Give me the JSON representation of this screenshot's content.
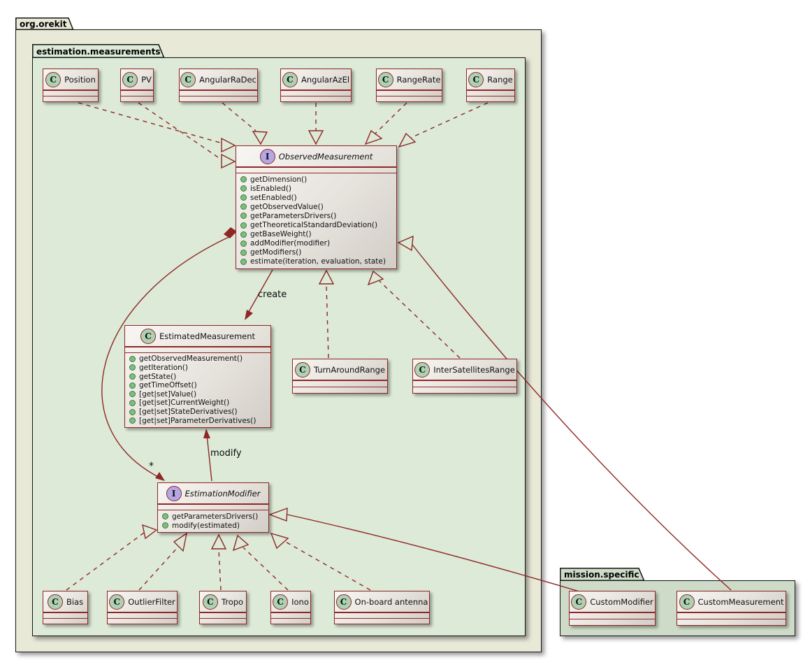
{
  "diagram_type": "UML class diagram",
  "packages": {
    "org_orekit": {
      "label": "org.orekit"
    },
    "estimation_measurements": {
      "label": "estimation.measurements"
    },
    "mission_specific": {
      "label": "mission.specific"
    }
  },
  "classes": {
    "position": {
      "stereotype": "C",
      "name": "Position"
    },
    "pv": {
      "stereotype": "C",
      "name": "PV"
    },
    "angular_ra_dec": {
      "stereotype": "C",
      "name": "AngularRaDec"
    },
    "angular_az_el": {
      "stereotype": "C",
      "name": "AngularAzEl"
    },
    "range_rate": {
      "stereotype": "C",
      "name": "RangeRate"
    },
    "range": {
      "stereotype": "C",
      "name": "Range"
    },
    "observed_measurement": {
      "stereotype": "I",
      "name": "ObservedMeasurement",
      "methods": [
        "getDimension()",
        "isEnabled()",
        "setEnabled()",
        "getObservedValue()",
        "getParametersDrivers()",
        "getTheoreticalStandardDeviation()",
        "getBaseWeight()",
        "addModifier(modifier)",
        "getModifiers()",
        "estimate(iteration, evaluation, state)"
      ]
    },
    "estimated_measurement": {
      "stereotype": "C",
      "name": "EstimatedMeasurement",
      "methods": [
        "getObservedMeasurement()",
        "getIteration()",
        "getState()",
        "getTimeOffset()",
        "[get|set]Value()",
        "[get|set]CurrentWeight()",
        "[get|set]StateDerivatives()",
        "[get|set]ParameterDerivatives()"
      ]
    },
    "turn_around_range": {
      "stereotype": "C",
      "name": "TurnAroundRange"
    },
    "inter_satellites_range": {
      "stereotype": "C",
      "name": "InterSatellitesRange"
    },
    "estimation_modifier": {
      "stereotype": "I",
      "name": "EstimationModifier",
      "methods": [
        "getParametersDrivers()",
        "modify(estimated)"
      ]
    },
    "bias": {
      "stereotype": "C",
      "name": "Bias"
    },
    "outlier_filter": {
      "stereotype": "C",
      "name": "OutlierFilter"
    },
    "tropo": {
      "stereotype": "C",
      "name": "Tropo"
    },
    "iono": {
      "stereotype": "C",
      "name": "Iono"
    },
    "onboard_antenna": {
      "stereotype": "C",
      "name": "On-board antenna"
    },
    "custom_modifier": {
      "stereotype": "C",
      "name": "CustomModifier"
    },
    "custom_measurement": {
      "stereotype": "C",
      "name": "CustomMeasurement"
    }
  },
  "relations": {
    "labels": {
      "create": "create",
      "modify": "modify",
      "multiplicity_star": "*"
    },
    "list": [
      {
        "from": "Position",
        "to": "ObservedMeasurement",
        "type": "realization-dashed"
      },
      {
        "from": "PV",
        "to": "ObservedMeasurement",
        "type": "realization-dashed"
      },
      {
        "from": "AngularRaDec",
        "to": "ObservedMeasurement",
        "type": "realization-dashed"
      },
      {
        "from": "AngularAzEl",
        "to": "ObservedMeasurement",
        "type": "realization-dashed"
      },
      {
        "from": "RangeRate",
        "to": "ObservedMeasurement",
        "type": "realization-dashed"
      },
      {
        "from": "Range",
        "to": "ObservedMeasurement",
        "type": "realization-dashed"
      },
      {
        "from": "TurnAroundRange",
        "to": "ObservedMeasurement",
        "type": "realization-dashed"
      },
      {
        "from": "InterSatellitesRange",
        "to": "ObservedMeasurement",
        "type": "realization-dashed"
      },
      {
        "from": "CustomMeasurement",
        "to": "ObservedMeasurement",
        "type": "generalization-solid"
      },
      {
        "from": "ObservedMeasurement",
        "to": "EstimatedMeasurement",
        "type": "arrow",
        "label": "create"
      },
      {
        "from": "EstimationModifier",
        "to": "EstimatedMeasurement",
        "type": "arrow",
        "label": "modify"
      },
      {
        "from": "ObservedMeasurement",
        "to": "EstimationModifier",
        "type": "composition-arrow",
        "multiplicity": "*"
      },
      {
        "from": "Bias",
        "to": "EstimationModifier",
        "type": "realization-dashed"
      },
      {
        "from": "OutlierFilter",
        "to": "EstimationModifier",
        "type": "realization-dashed"
      },
      {
        "from": "Tropo",
        "to": "EstimationModifier",
        "type": "realization-dashed"
      },
      {
        "from": "Iono",
        "to": "EstimationModifier",
        "type": "realization-dashed"
      },
      {
        "from": "On-board antenna",
        "to": "EstimationModifier",
        "type": "realization-dashed"
      },
      {
        "from": "CustomModifier",
        "to": "EstimationModifier",
        "type": "generalization-solid"
      }
    ]
  },
  "colors": {
    "line": "#8f2727",
    "class_border": "#8f2727",
    "package_outer": "#e9e9d8",
    "package_inner_green": "#dcead7",
    "package_mission": "#cedbc8",
    "class_spot_fill": "#add1b2",
    "interface_spot_fill": "#b4a7e5",
    "method_dot": "#7fbc7f"
  }
}
